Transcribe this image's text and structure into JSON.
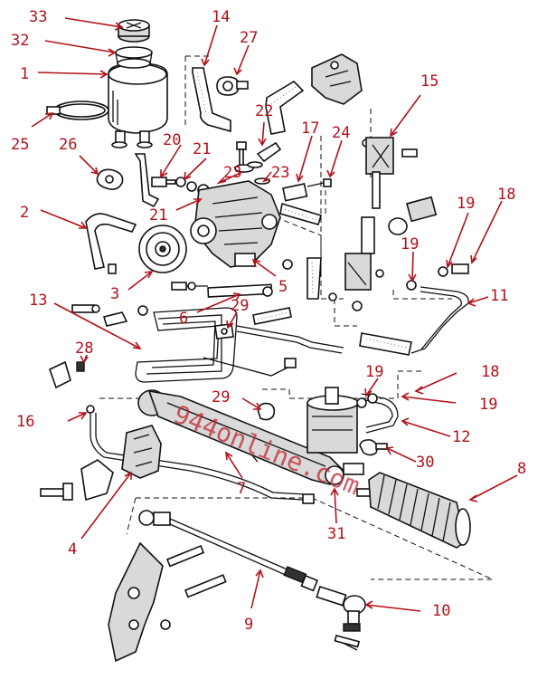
{
  "watermark": "944online.com",
  "colors": {
    "callout": "#b3111a",
    "line": "#111111",
    "watermark": "#c0262d"
  },
  "callouts": [
    {
      "id": "c33",
      "text": "33"
    },
    {
      "id": "c32",
      "text": "32"
    },
    {
      "id": "c1",
      "text": "1"
    },
    {
      "id": "c25",
      "text": "25"
    },
    {
      "id": "c26",
      "text": "26"
    },
    {
      "id": "c14",
      "text": "14"
    },
    {
      "id": "c27",
      "text": "27"
    },
    {
      "id": "c15",
      "text": "15"
    },
    {
      "id": "c22",
      "text": "22"
    },
    {
      "id": "c17",
      "text": "17"
    },
    {
      "id": "c24",
      "text": "24"
    },
    {
      "id": "c20",
      "text": "20"
    },
    {
      "id": "c21a",
      "text": "21"
    },
    {
      "id": "c23a",
      "text": "23"
    },
    {
      "id": "c23b",
      "text": "23"
    },
    {
      "id": "c21b",
      "text": "21"
    },
    {
      "id": "c2",
      "text": "2"
    },
    {
      "id": "c19a",
      "text": "19"
    },
    {
      "id": "c18a",
      "text": "18"
    },
    {
      "id": "c19b",
      "text": "19"
    },
    {
      "id": "c3",
      "text": "3"
    },
    {
      "id": "c5",
      "text": "5"
    },
    {
      "id": "c11",
      "text": "11"
    },
    {
      "id": "c13",
      "text": "13"
    },
    {
      "id": "c6",
      "text": "6"
    },
    {
      "id": "c29a",
      "text": "29"
    },
    {
      "id": "c28",
      "text": "28"
    },
    {
      "id": "c19c",
      "text": "19"
    },
    {
      "id": "c18b",
      "text": "18"
    },
    {
      "id": "c29b",
      "text": "29"
    },
    {
      "id": "c19d",
      "text": "19"
    },
    {
      "id": "c16",
      "text": "16"
    },
    {
      "id": "c12",
      "text": "12"
    },
    {
      "id": "c30",
      "text": "30"
    },
    {
      "id": "c8",
      "text": "8"
    },
    {
      "id": "c7",
      "text": "7"
    },
    {
      "id": "c31",
      "text": "31"
    },
    {
      "id": "c4",
      "text": "4"
    },
    {
      "id": "c9",
      "text": "9"
    },
    {
      "id": "c10",
      "text": "10"
    }
  ]
}
